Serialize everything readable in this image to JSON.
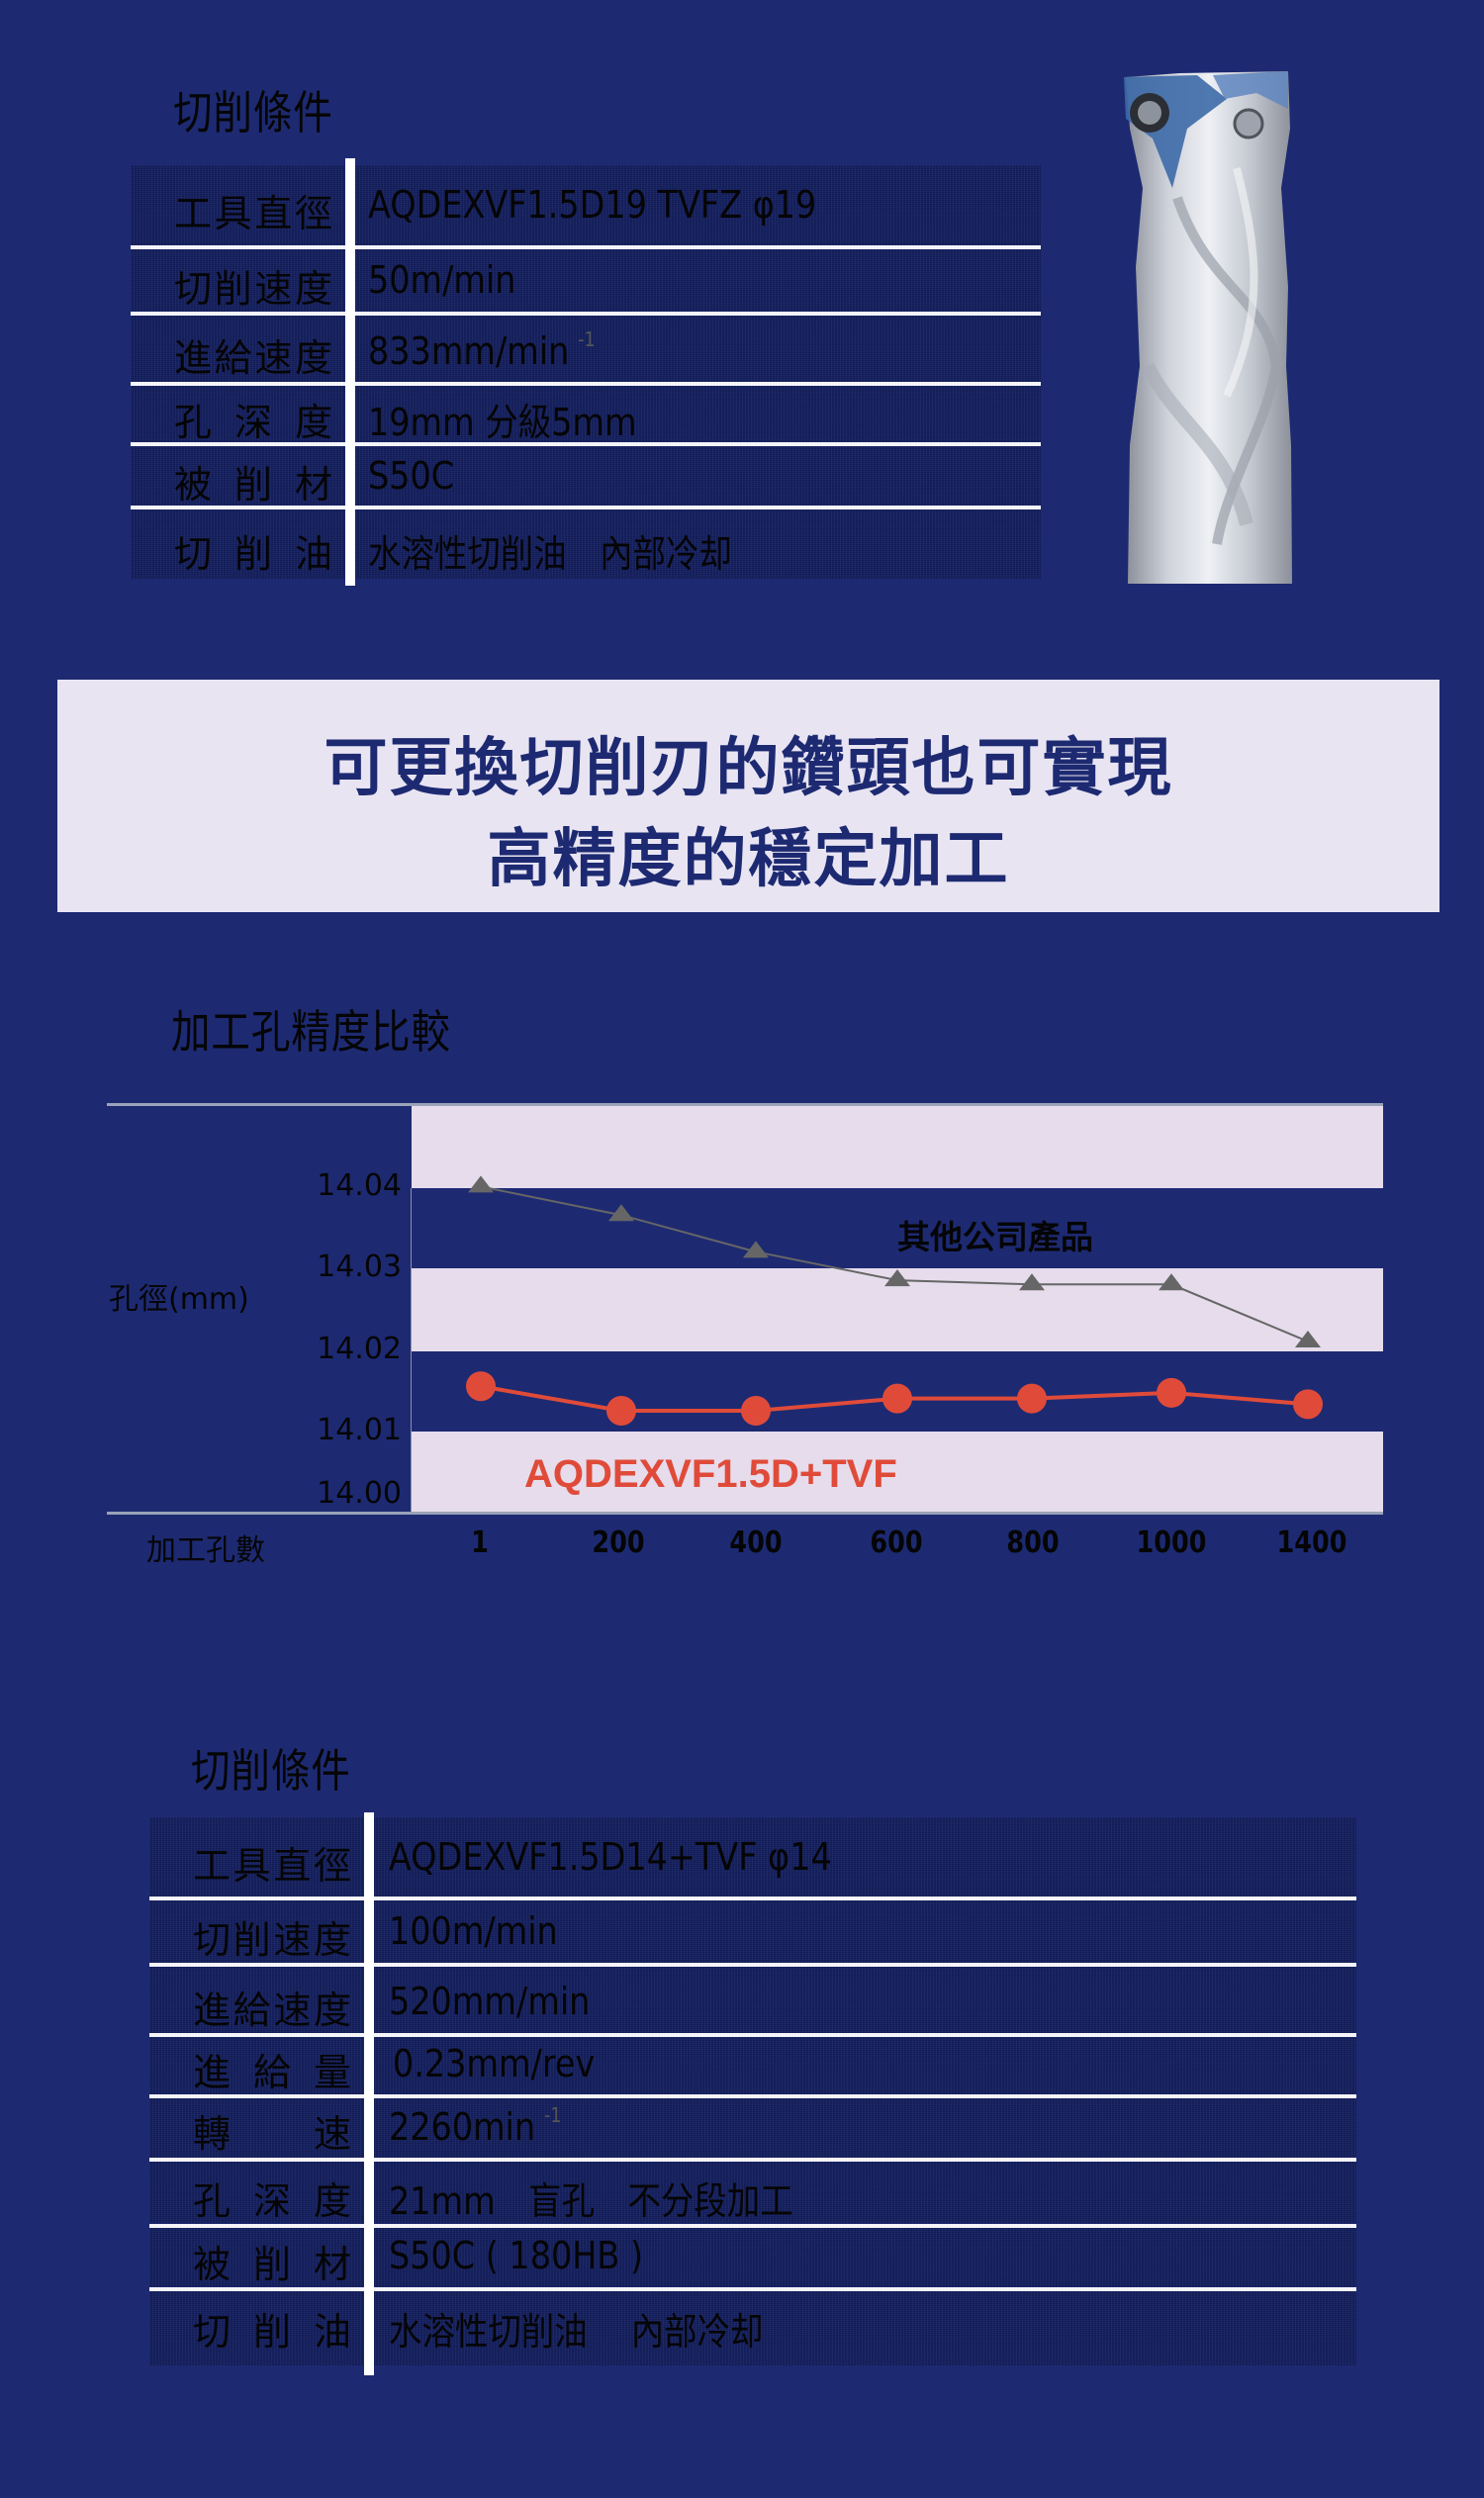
{
  "section1": {
    "title": "切削條件",
    "rows": [
      {
        "label": "工具直徑",
        "value": "AQDEXVF1.5D19 TVFZ φ19",
        "sup": ""
      },
      {
        "label": "切削速度",
        "value": "50m/min",
        "sup": ""
      },
      {
        "label": "進給速度",
        "value": "833mm/min",
        "sup": "-1"
      },
      {
        "label": "孔深度",
        "value": "19mm 分級5mm",
        "sup": ""
      },
      {
        "label": "被削材",
        "value": "S50C",
        "sup": ""
      },
      {
        "label": "切削油",
        "value": "水溶性切削油　內部冷却",
        "sup": ""
      }
    ],
    "image": "drill-tool-image"
  },
  "banner": {
    "line1": "可更換切削刃的鑽頭也可實現",
    "line2": "高精度的穩定加工"
  },
  "chart_section": {
    "title": "加工孔精度比較"
  },
  "chart_data": {
    "type": "line",
    "title": "加工孔精度比較",
    "xlabel": "加工孔數",
    "ylabel": "孔徑(mm)",
    "categories": [
      "1",
      "200",
      "400",
      "600",
      "800",
      "1000",
      "1400"
    ],
    "yticks": [
      "14.04",
      "14.03",
      "14.02",
      "14.01",
      "14.00"
    ],
    "ylim": [
      14.0,
      14.05
    ],
    "grid": "alternating horizontal bands",
    "series": [
      {
        "name": "其他公司產品",
        "marker": "triangle",
        "color": "#666666",
        "values": [
          14.04,
          14.0365,
          14.032,
          14.0285,
          14.028,
          14.028,
          14.021
        ]
      },
      {
        "name": "AQDEXVF1.5D+TVF",
        "marker": "circle",
        "color": "#e04b39",
        "values": [
          14.0155,
          14.0125,
          14.0125,
          14.014,
          14.014,
          14.0147,
          14.0133
        ]
      }
    ],
    "legend": "inline labels"
  },
  "section2": {
    "title": "切削條件",
    "rows": [
      {
        "label": "工具直徑",
        "value": "AQDEXVF1.5D14+TVF φ14",
        "sup": ""
      },
      {
        "label": "切削速度",
        "value": "100m/min",
        "sup": ""
      },
      {
        "label": "進給速度",
        "value": "520mm/min",
        "sup": ""
      },
      {
        "label": "進給量",
        "value": "0.23mm/rev",
        "sup": ""
      },
      {
        "label": "轉速",
        "value": "2260min",
        "sup": "-1"
      },
      {
        "label": "孔深度",
        "value": "21mm　盲孔　不分段加工",
        "sup": ""
      },
      {
        "label": "被削材",
        "value": "S50C ( 180HB )",
        "sup": ""
      },
      {
        "label": "切削油",
        "value": "水溶性切削油　 內部冷却",
        "sup": ""
      }
    ]
  },
  "colors": {
    "background": "#1d2a72",
    "row_bg": "#18235f",
    "banner_bg": "#e8e4f2",
    "banner_text": "#1d2a72",
    "chart_light_band": "#e6dcec",
    "accent_red": "#e04b39",
    "series_gray": "#666666"
  }
}
